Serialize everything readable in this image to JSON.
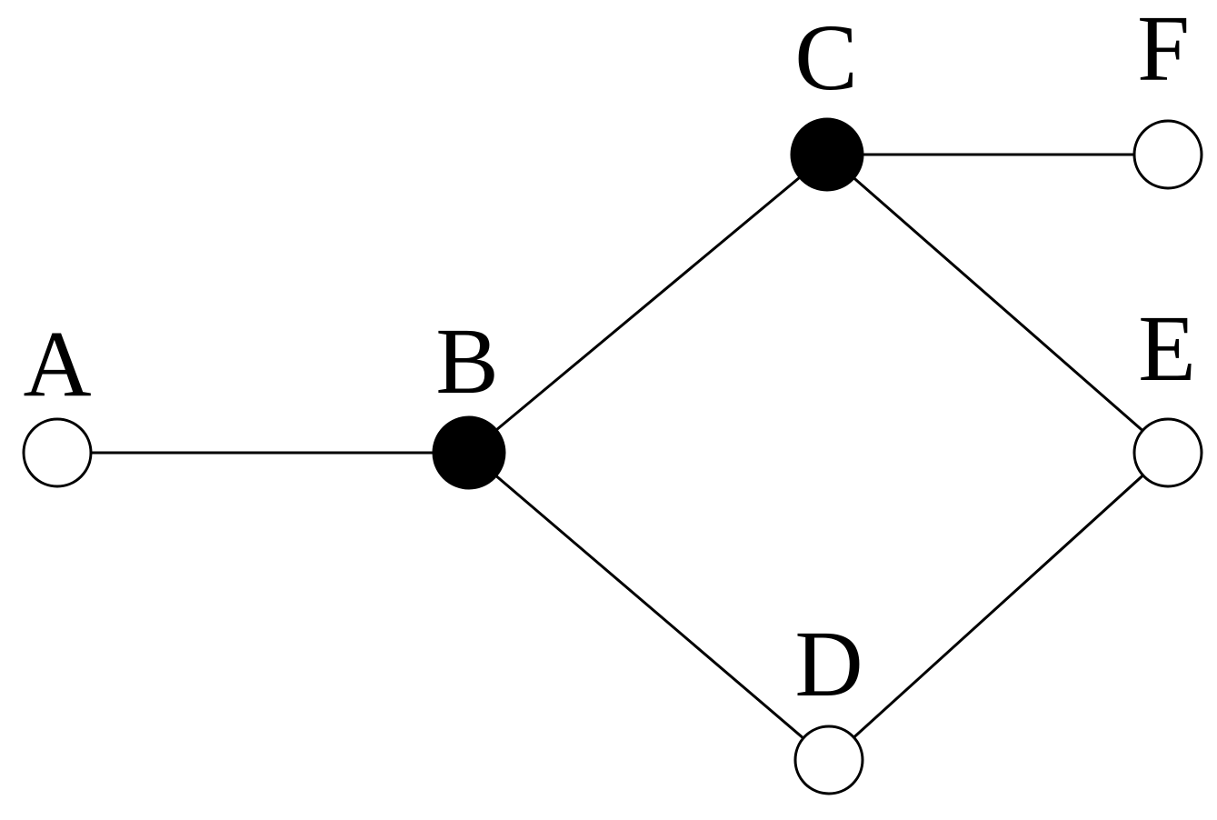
{
  "diagram": {
    "nodes": [
      {
        "label": "A",
        "filled": false
      },
      {
        "label": "B",
        "filled": true
      },
      {
        "label": "C",
        "filled": true
      },
      {
        "label": "D",
        "filled": false
      },
      {
        "label": "E",
        "filled": false
      },
      {
        "label": "F",
        "filled": false
      }
    ],
    "edges": [
      [
        0,
        1
      ],
      [
        1,
        2
      ],
      [
        2,
        5
      ],
      [
        2,
        4
      ],
      [
        1,
        3
      ],
      [
        3,
        4
      ]
    ],
    "colors": {
      "filled": "#000000",
      "empty": "#ffffff",
      "stroke": "#000000"
    }
  }
}
